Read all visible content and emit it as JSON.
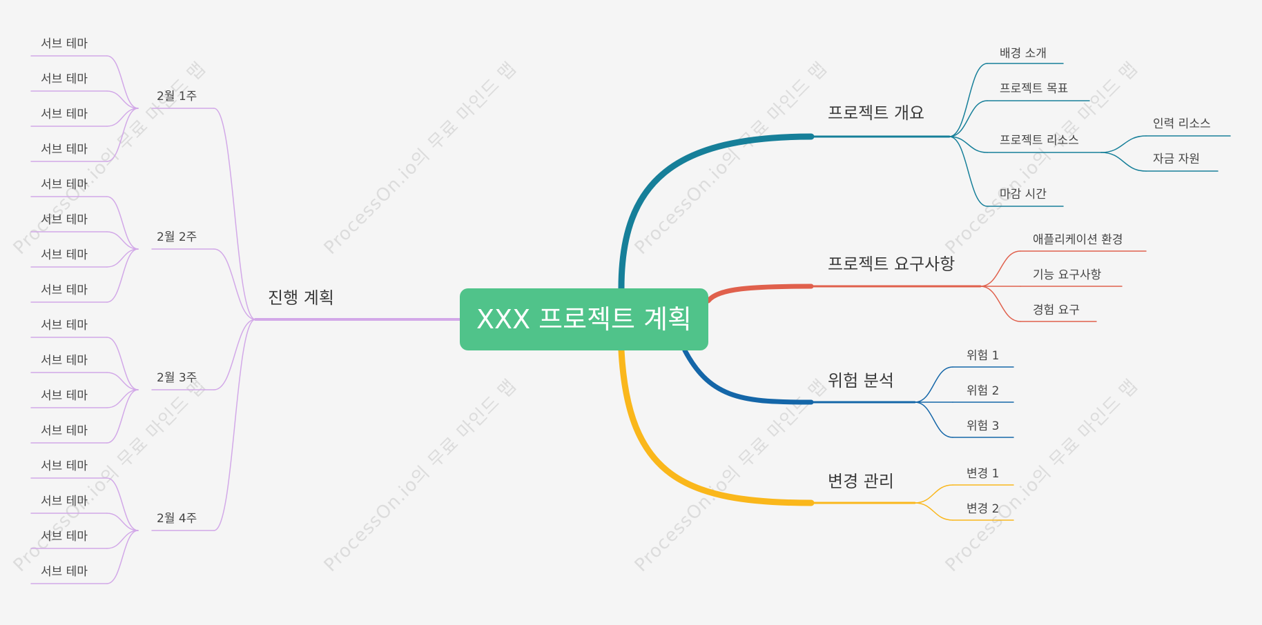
{
  "watermark": "ProcessOn.io의 무료 마인드 맵",
  "center": {
    "label": "XXX 프로젝트 계획",
    "color": "#50c38a"
  },
  "right_branches": [
    {
      "label": "프로젝트 개요",
      "color": "#167f99",
      "children": [
        {
          "label": "배경 소개"
        },
        {
          "label": "프로젝트 목표"
        },
        {
          "label": "프로젝트 리소스",
          "children": [
            {
              "label": "인력 리소스"
            },
            {
              "label": "자금 자원"
            }
          ]
        },
        {
          "label": "마감 시간"
        }
      ]
    },
    {
      "label": "프로젝트 요구사항",
      "color": "#e0604c",
      "children": [
        {
          "label": "애플리케이션 환경"
        },
        {
          "label": "기능 요구사항"
        },
        {
          "label": "경험 요구"
        }
      ]
    },
    {
      "label": "위험 분석",
      "color": "#1466a8",
      "children": [
        {
          "label": "위험 1"
        },
        {
          "label": "위험 2"
        },
        {
          "label": "위험 3"
        }
      ]
    },
    {
      "label": "변경 관리",
      "color": "#fab71b",
      "children": [
        {
          "label": "변경 1"
        },
        {
          "label": "변경 2"
        }
      ]
    }
  ],
  "left_branch": {
    "label": "진행 계획",
    "color": "#d2a8e8",
    "children": [
      {
        "label": "2월 1주",
        "children": [
          {
            "label": "서브 테마"
          },
          {
            "label": "서브 테마"
          },
          {
            "label": "서브 테마"
          },
          {
            "label": "서브 테마"
          }
        ]
      },
      {
        "label": "2월 2주",
        "children": [
          {
            "label": "서브 테마"
          },
          {
            "label": "서브 테마"
          },
          {
            "label": "서브 테마"
          },
          {
            "label": "서브 테마"
          }
        ]
      },
      {
        "label": "2월 3주",
        "children": [
          {
            "label": "서브 테마"
          },
          {
            "label": "서브 테마"
          },
          {
            "label": "서브 테마"
          },
          {
            "label": "서브 테마"
          }
        ]
      },
      {
        "label": "2월 4주",
        "children": [
          {
            "label": "서브 테마"
          },
          {
            "label": "서브 테마"
          },
          {
            "label": "서브 테마"
          },
          {
            "label": "서브 테마"
          }
        ]
      }
    ]
  }
}
